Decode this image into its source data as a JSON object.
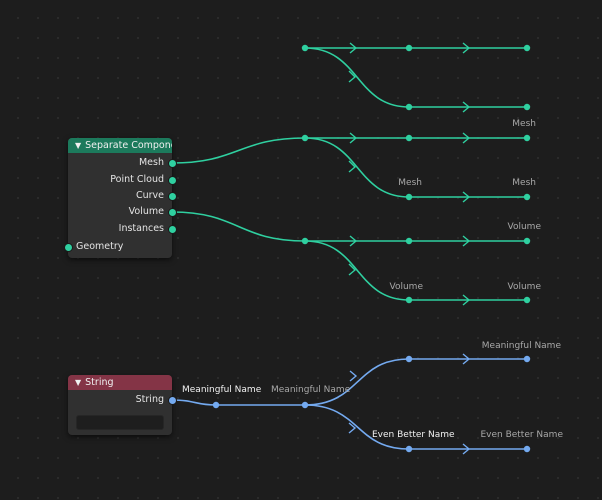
{
  "colors": {
    "geometry_socket": "#2fd0a0",
    "string_socket": "#74aaf0",
    "geometry_header": "#1c7a5c",
    "input_header": "#843446",
    "canvas": "#1d1d1d"
  },
  "separate_node": {
    "title": "Separate Compone...",
    "collapse_icon": "chevron-down-icon",
    "outputs": [
      "Mesh",
      "Point Cloud",
      "Curve",
      "Volume",
      "Instances"
    ],
    "input": "Geometry"
  },
  "string_node": {
    "title": "String",
    "collapse_icon": "chevron-down-icon",
    "output": "String",
    "value": ""
  },
  "labels": {
    "mesh_top": "Mesh",
    "mesh_mid": "Mesh",
    "mesh_right": "Mesh",
    "volume_top": "Volume",
    "volume_mid": "Volume",
    "volume_right": "Volume",
    "meaningful_1": "Meaningful Name",
    "meaningful_2": "Meaningful Name",
    "meaningful_3": "Meaningful Name",
    "better_1": "Even Better Name",
    "better_2": "Even Better Name"
  }
}
